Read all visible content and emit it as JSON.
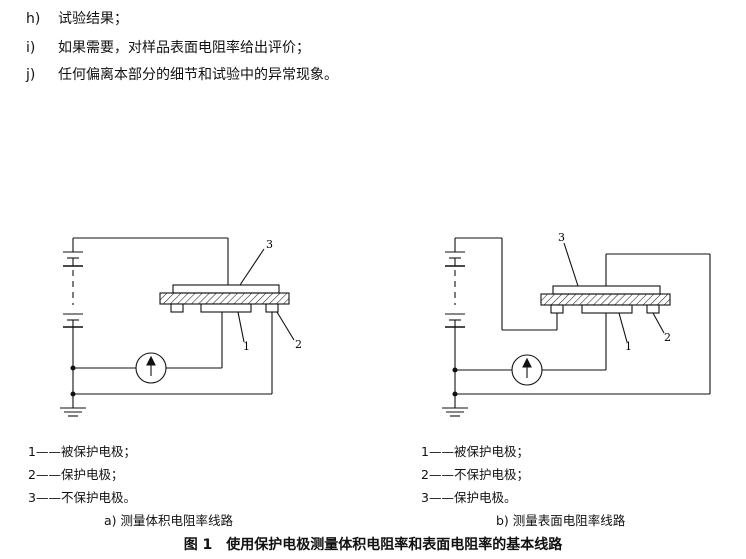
{
  "list": [
    {
      "marker": "h)",
      "text": "试验结果；"
    },
    {
      "marker": "i)",
      "text": "如果需要，对样品表面电阻率给出评价；"
    },
    {
      "marker": "j)",
      "text": "任何偏离本部分的细节和试验中的异常现象。"
    }
  ],
  "figure_a": {
    "labels": {
      "n1": "1",
      "n2": "2",
      "n3": "3"
    },
    "legend": [
      "1——被保护电极；",
      "2——保护电极；",
      "3——不保护电极。"
    ],
    "caption": "a) 测量体积电阻率线路"
  },
  "figure_b": {
    "labels": {
      "n1": "1",
      "n2": "2",
      "n3": "3"
    },
    "legend": [
      "1——被保护电极；",
      "2——不保护电极；",
      "3——保护电极。"
    ],
    "caption": "b) 测量表面电阻率线路"
  },
  "figure_caption": "图 1　使用保护电极测量体积电阻率和表面电阻率的基本线路"
}
